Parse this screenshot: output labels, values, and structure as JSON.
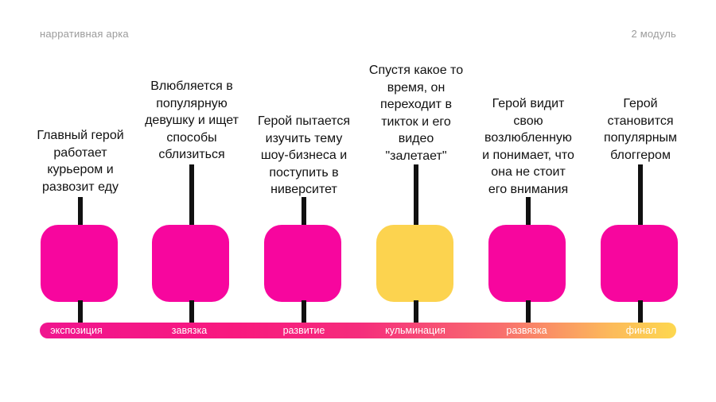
{
  "header": {
    "title": "нарративная арка",
    "module": "2 модуль"
  },
  "colors": {
    "box_default": "#f7069e",
    "box_climax": "#fcd34f"
  },
  "stages": [
    {
      "label": "экспозиция",
      "text": "Главный герой\nработает\nкурьером и\nразвозит еду",
      "color": "#f7069e"
    },
    {
      "label": "завязка",
      "text": "Влюбляется в\nпопулярную\nдевушку и ищет\nспособы\nсблизиться",
      "color": "#f7069e"
    },
    {
      "label": "развитие",
      "text": "Герой пытается\nизучить тему\nшоу-бизнеса и\nпоступить в\nниверситет",
      "color": "#f7069e"
    },
    {
      "label": "кульминация",
      "text": "Спустя какое то\nвремя, он\nпереходит в\nтикток и его\nвидео\n\"залетает\"",
      "color": "#fcd34f"
    },
    {
      "label": "развязка",
      "text": "Герой видит\nсвою\nвозлюбленную\nи понимает, что\nона не стоит\nего внимания",
      "color": "#f7069e"
    },
    {
      "label": "финал",
      "text": "Герой\nстановится\nпопулярным\nблоггером",
      "color": "#f7069e"
    }
  ]
}
